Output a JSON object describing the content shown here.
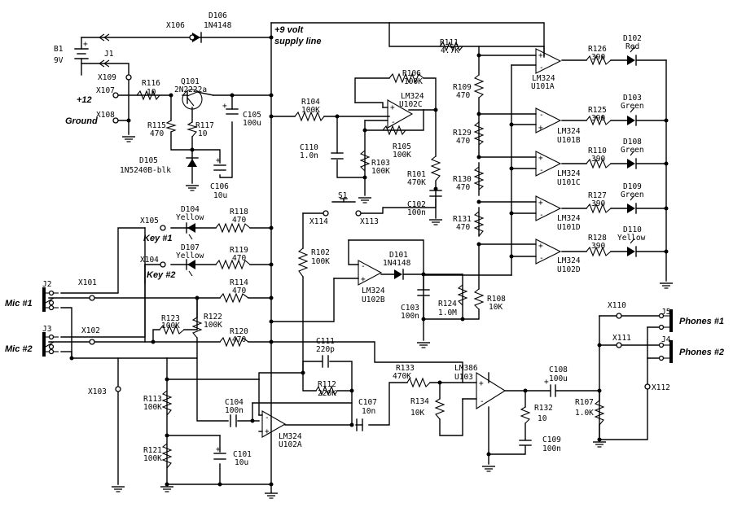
{
  "supply": {
    "line1": "+9 volt",
    "line2": "supply line"
  },
  "terminals": {
    "plus12": "+12",
    "ground": "Ground",
    "key1": "Key #1",
    "key2": "Key #2",
    "mic1": "Mic #1",
    "mic2": "Mic #2",
    "phones1": "Phones #1",
    "phones2": "Phones #2"
  },
  "labels": {
    "X106": "X106",
    "D106": "D106",
    "D106v": "1N4148",
    "B1": "B1",
    "B1v": "9V",
    "J1": "J1",
    "X109": "X109",
    "X107": "X107",
    "R116": "R116",
    "R116v": "10",
    "Q101": "Q101",
    "Q101v": "2N2222a",
    "X108": "X108",
    "R115": "R115",
    "R115v": "470",
    "R117": "R117",
    "R117v": "10",
    "C105": "C105",
    "C105v": "100u",
    "D105": "D105",
    "D105v": "1N5240B-blk",
    "C106": "C106",
    "C106v": "10u",
    "R104": "R104",
    "R104v": "100K",
    "R106": "R106",
    "R106v": "100K",
    "U102C": "LM324",
    "U102Cv": "U102C",
    "C110": "C110",
    "C110v": "1.0n",
    "R105": "R105",
    "R105v": "100K",
    "R103": "R103",
    "R103v": "100K",
    "R101": "R101",
    "R101v": "470K",
    "C102": "C102",
    "C102v": "100n",
    "R111": "R111",
    "R111v": "4.7K",
    "U101A": "LM324",
    "U101Av": "U101A",
    "R126": "R126",
    "R126v": "390",
    "D102": "D102",
    "D102v": "Red",
    "R109": "R109",
    "R109v": "470",
    "U101B": "LM324",
    "U101Bv": "U101B",
    "R125": "R125",
    "R125v": "390",
    "D103": "D103",
    "D103v": "Green",
    "R129": "R129",
    "R129v": "470",
    "U101C": "LM324",
    "U101Cv": "U101C",
    "R110": "R110",
    "R110v": "390",
    "D108": "D108",
    "D108v": "Green",
    "R130": "R130",
    "R130v": "470",
    "U101D": "LM324",
    "U101Dv": "U101D",
    "R127": "R127",
    "R127v": "390",
    "D109": "D109",
    "D109v": "Green",
    "R131": "R131",
    "R131v": "470",
    "U102D": "LM324",
    "U102Dv": "U102D",
    "R128": "R128",
    "R128v": "390",
    "D110": "D110",
    "D110v": "Yellow",
    "S1": "S1",
    "X114": "X114",
    "X113": "X113",
    "X105": "X105",
    "D104": "D104",
    "D104v": "Yellow",
    "R118": "R118",
    "R118v": "470",
    "X104": "X104",
    "D107": "D107",
    "D107v": "Yellow",
    "R119": "R119",
    "R119v": "470",
    "R102": "R102",
    "R102v": "100K",
    "D101": "D101",
    "D101v": "1N4148",
    "U102B": "LM324",
    "U102Bv": "U102B",
    "J2": "J2",
    "X101": "X101",
    "R114": "R114",
    "R114v": "470",
    "C103": "C103",
    "C103v": "100n",
    "R124": "R124",
    "R124v": "1.0M",
    "R108": "R108",
    "R108v": "10K",
    "R123": "R123",
    "R123v": "100K",
    "R122": "R122",
    "R122v": "100K",
    "J3": "J3",
    "X102": "X102",
    "R120": "R120",
    "R120v": "470",
    "C111": "C111",
    "C111v": "220p",
    "X110": "X110",
    "J5": "J5",
    "X111": "X111",
    "J4": "J4",
    "R112": "R112",
    "R112v": "220K",
    "R133": "R133",
    "R133v": "470K",
    "U103": "LM386",
    "U103v": "U103",
    "C108": "C108",
    "C108v": "100u",
    "X103": "X103",
    "X112": "X112",
    "R113": "R113",
    "R113v": "100K",
    "C104": "C104",
    "C104v": "100n",
    "C107": "C107",
    "C107v": "10n",
    "R134": "R134",
    "R134v": "10K",
    "R132": "R132",
    "R132v": "10",
    "R107": "R107",
    "R107v": "1.0K",
    "U102A": "LM324",
    "U102Av": "U102A",
    "R121": "R121",
    "R121v": "100K",
    "C101": "C101",
    "C101v": "10u",
    "C109": "C109",
    "C109v": "100n"
  }
}
